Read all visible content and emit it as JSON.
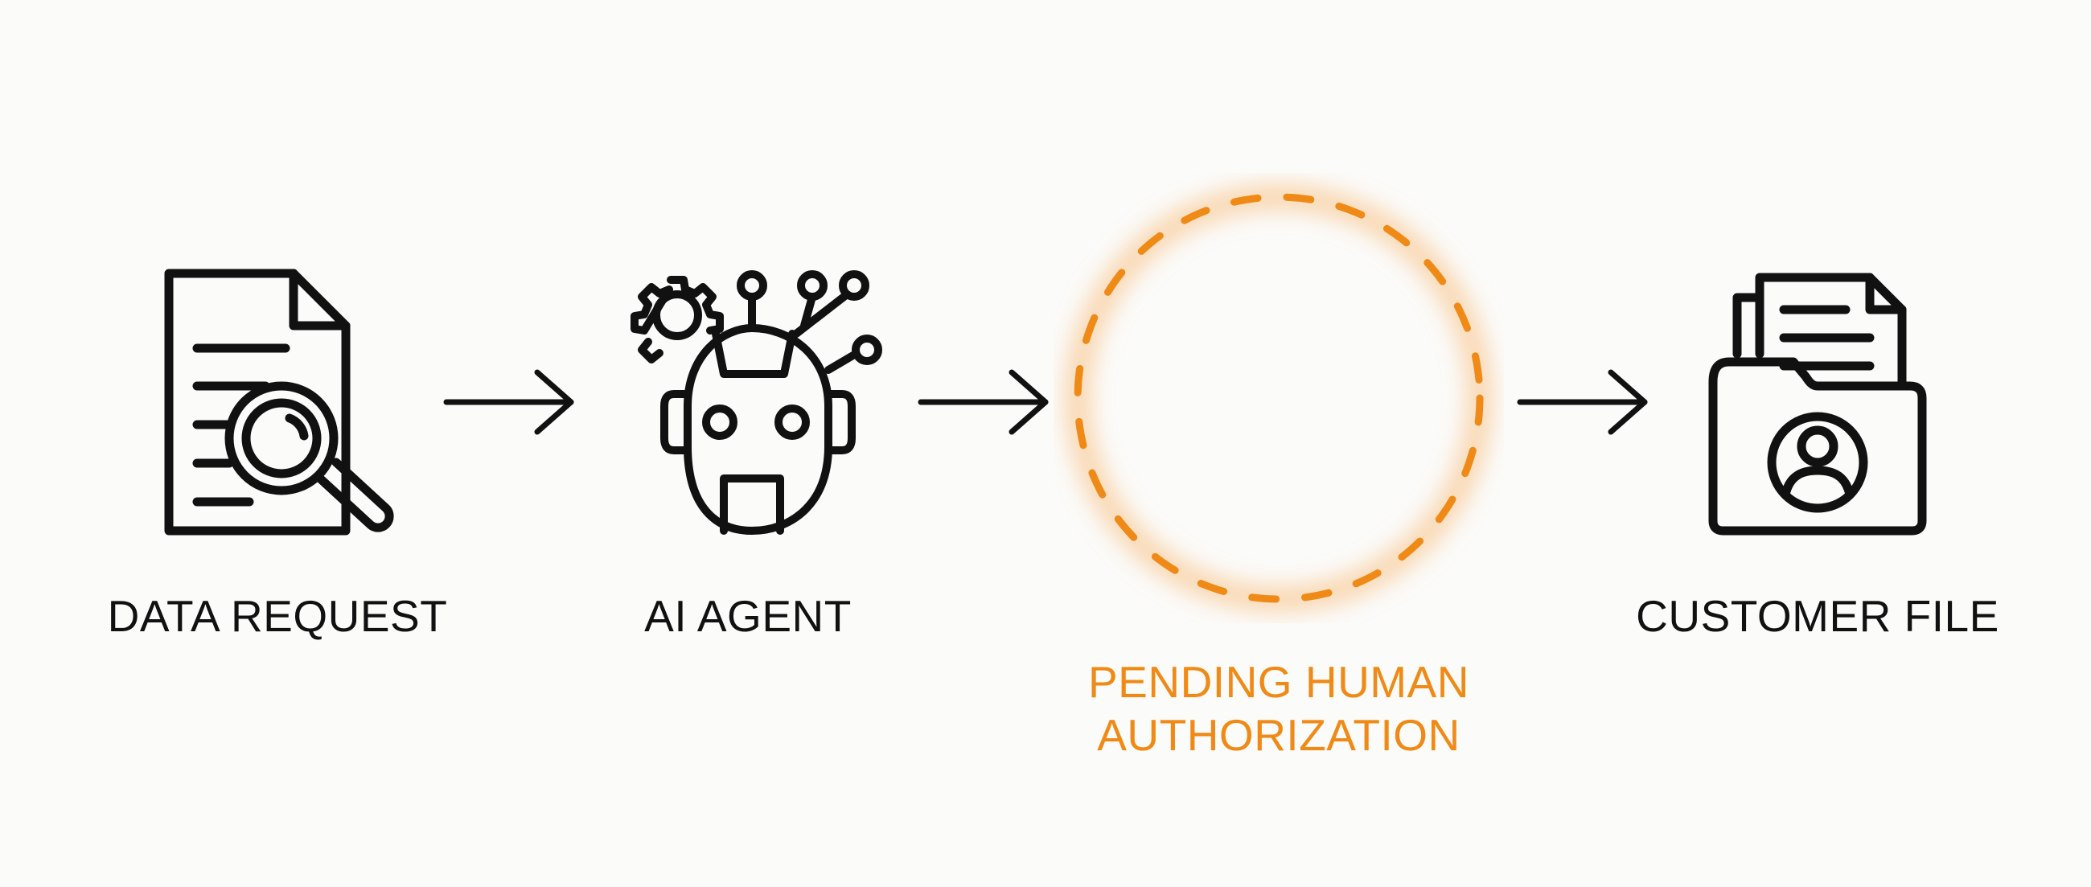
{
  "colors": {
    "stroke": "#111111",
    "accent": "#f08a16",
    "background": "#fbfbf9"
  },
  "steps": [
    {
      "label": "DATA REQUEST",
      "icon": "document-search-icon"
    },
    {
      "label": "AI AGENT",
      "icon": "robot-head-icon"
    },
    {
      "label_lines": [
        "PENDING HUMAN",
        "AUTHORIZATION"
      ],
      "icon": "dashed-circle-placeholder-icon",
      "status": "pending"
    },
    {
      "label": "CUSTOMER FILE",
      "icon": "customer-folder-icon"
    }
  ]
}
